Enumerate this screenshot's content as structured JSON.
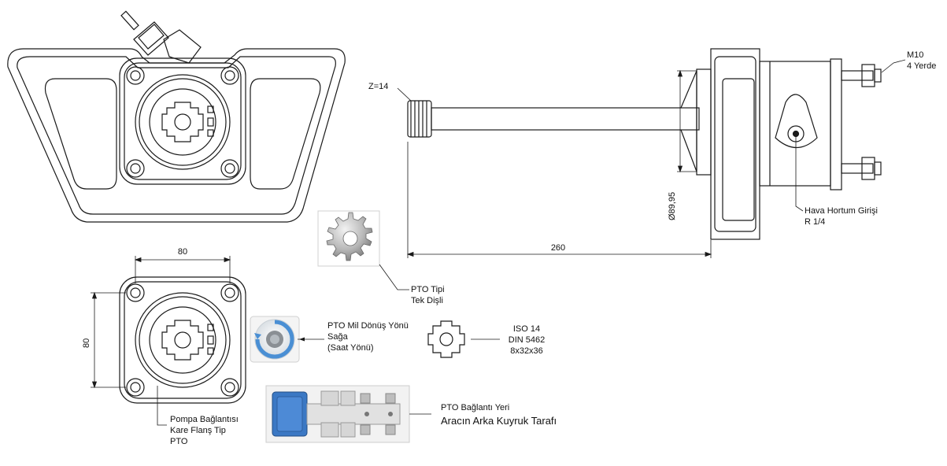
{
  "annotations": {
    "teeth": "Z=14",
    "bolt_size": "M10",
    "bolt_count": "4 Yerde",
    "air_inlet_1": "Hava Hortum Girişi",
    "air_inlet_2": "R 1/4",
    "pto_type_1": "PTO Tipi",
    "pto_type_2": "Tek Dişli",
    "rotation_1": "PTO Mil Dönüş Yönü",
    "rotation_2": "Sağa",
    "rotation_3": "(Saat Yönü)",
    "spline_1": "ISO 14",
    "spline_2": "DIN 5462",
    "spline_3": "8x32x36",
    "location_1": "PTO Bağlantı Yeri",
    "location_2": "Aracın Arka Kuyruk Tarafı",
    "flange_1": "Pompa Bağlantısı",
    "flange_2": "Kare Flanş Tip",
    "flange_3": "PTO"
  },
  "dimensions": {
    "flange_width": "80",
    "flange_height": "80",
    "shaft_length": "260",
    "diameter": "Ø89,95"
  },
  "colors": {
    "line": "#1a1a1a",
    "truck_cab": "#3b78c4",
    "rotation_arrow": "#4a8fd4",
    "gear_metal": "#9a9a9a"
  }
}
